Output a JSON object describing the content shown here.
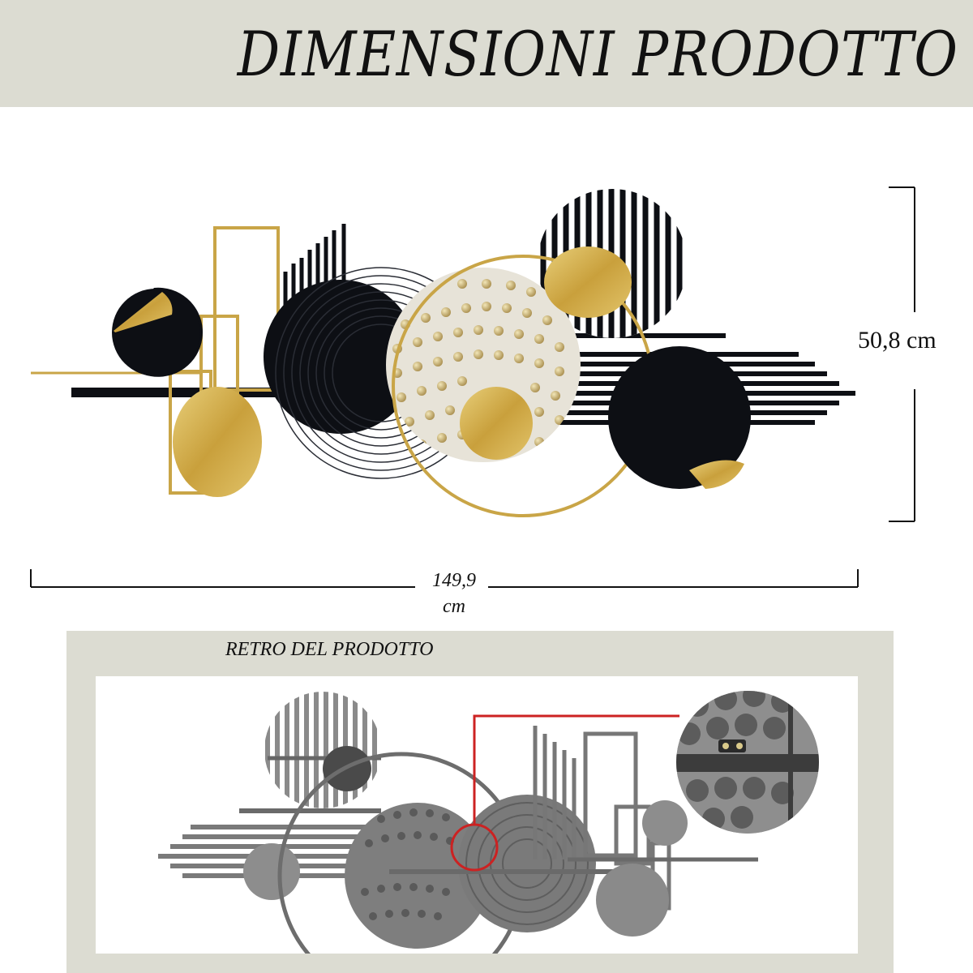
{
  "header": {
    "title": "DIMENSIONI PRODOTTO"
  },
  "dimensions": {
    "height": "50,8 cm",
    "width_value": "149,9",
    "width_unit": "cm"
  },
  "back_section": {
    "label": "RETRO DEL PRODOTTO"
  },
  "colors": {
    "band": "#dcdcd2",
    "gold": "#c9a547",
    "black": "#0d0f14",
    "callout": "#cc2222"
  }
}
